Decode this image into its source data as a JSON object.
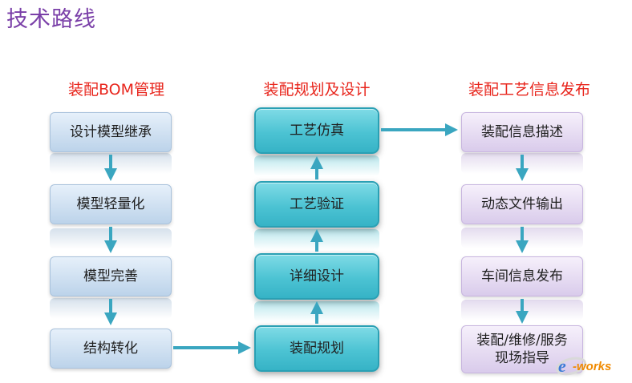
{
  "title": "技术路线",
  "columns": [
    {
      "title": "装配BOM管理",
      "steps": [
        "设计模型继承",
        "模型轻量化",
        "模型完善",
        "结构转化"
      ]
    },
    {
      "title": "装配规划及设计",
      "steps": [
        "工艺仿真",
        "工艺验证",
        "详细设计",
        "装配规划"
      ]
    },
    {
      "title": "装配工艺信息发布",
      "steps": [
        "装配信息描述",
        "动态文件输出",
        "车间信息发布",
        "装配/维修/服务\n现场指导"
      ]
    }
  ],
  "logo_text": "e-works",
  "colors": {
    "title": "#7a3fa8",
    "column_title": "#e8251c",
    "arrow": "#3aa6c0",
    "teal_box": "#4cc3d3",
    "blue_box": "#cfe0f2",
    "purple_box": "#e6dcf2"
  }
}
